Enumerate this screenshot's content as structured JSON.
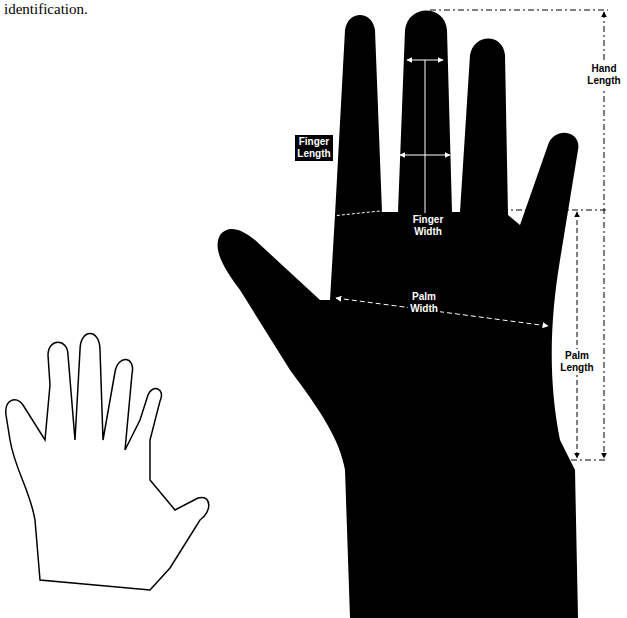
{
  "diagram": {
    "labels": [
      "identification.",
      "Finger Length",
      "Finger Width",
      "Hand Length",
      "Palm Width",
      "Palm Length"
    ]
  }
}
